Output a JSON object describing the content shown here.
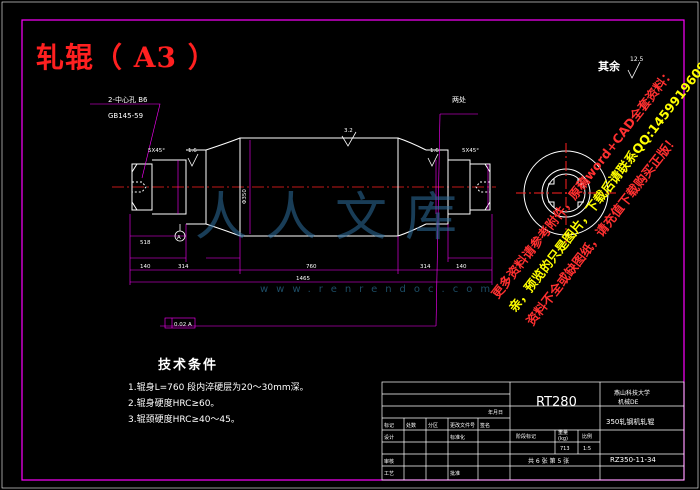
{
  "sheet": {
    "title": "轧辊（ A3 ）",
    "rest_roughness": "其余",
    "rest_roughness_symbol": "12.5"
  },
  "notes": {
    "center_hole": "2-中心孔 B6",
    "center_hole_std": "GB145-59",
    "both_ends": "两处"
  },
  "dimensions": {
    "chamfer_left": "5X45°",
    "chamfer_right": "5X45°",
    "total_length": "1465",
    "body_length": "760",
    "left_neck": "518",
    "left_len_1": "140",
    "left_len_2": "314",
    "right_len_1": "314",
    "right_len_2": "140",
    "roughness_body": "3.2",
    "roughness_l": "1.6",
    "roughness_r": "1.6",
    "tolerance": "0.02",
    "tolerance_ref": "A",
    "diameter_body": "Φ350",
    "datum": "A"
  },
  "technical": {
    "heading": "技术条件",
    "items": [
      "1.辊身L=760 段内淬硬层为20～30mm深。",
      "2.辊身硬度HRC≥60。",
      "3.辊颈硬度HRC≥40～45。"
    ]
  },
  "title_block": {
    "part_number": "RT280",
    "school": "燕山科技大学",
    "school_sub": "机械DE",
    "part_name": "350轧钢机轧辊",
    "drawing_no": "RZ350-11-34",
    "sheet_info": "共 6 张  第 5 张",
    "stage_label": "阶段标记",
    "weight_label": "重量",
    "weight_unit": "(kg)",
    "scale_label": "比例",
    "weight_value": "713",
    "scale_value": "1:5",
    "row_mark": "标记",
    "row_count": "处数",
    "row_zone": "分区",
    "row_doc": "更改文件号",
    "row_sign": "签名",
    "row_date": "年月日",
    "row_design": "设计",
    "row_std": "标准化",
    "row_check": "审核",
    "row_process": "工艺",
    "row_approve": "批准"
  },
  "watermark": {
    "line1": "更多资料请参考附件，原稿word+CAD全套资料：",
    "line2": "亲，预览的只是图片，下载后请联系QQ:1459919609",
    "line3": "资料不全或缺图纸，请充值下载购买正版！",
    "site": "www.renrendoc.com",
    "logo": "人人文库"
  },
  "colors": {
    "frame": "#ff00ff",
    "geometry": "#ffffff",
    "title": "#ff2020",
    "watermark_red": "#ff3030",
    "watermark_yellow": "#ffff00",
    "watermark_blue": "#2f7fa8"
  }
}
